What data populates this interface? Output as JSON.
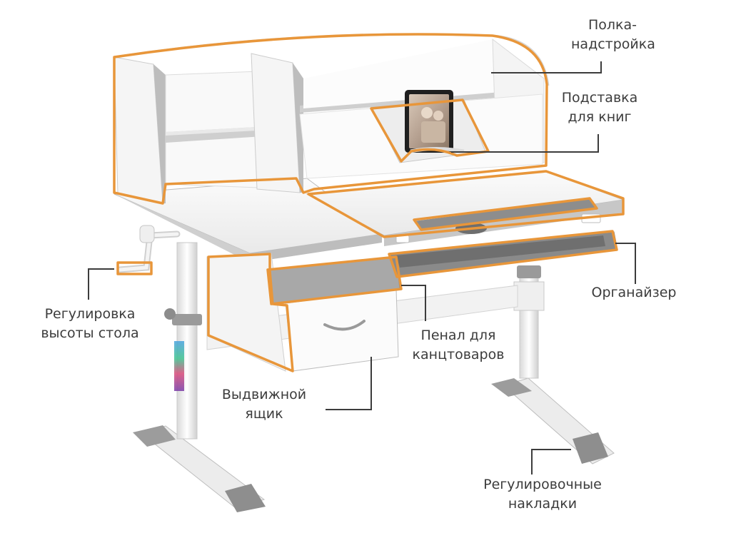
{
  "labels": {
    "shelf_superstructure": [
      "Полка-",
      "надстройка"
    ],
    "book_stand": [
      "Подставка",
      "для книг"
    ],
    "height_adjustment": [
      "Регулировка",
      "высоты стола"
    ],
    "organizer": [
      "Органайзер"
    ],
    "pencil_case": [
      "Пенал для",
      "канцтоваров"
    ],
    "pull_out_drawer": [
      "Выдвижной",
      "ящик"
    ],
    "adjustable_pads": [
      "Регулировочные",
      "накладки"
    ]
  },
  "colors": {
    "outline_accent": "#e8963a",
    "pointer_line": "#3c3c3c",
    "label_text": "#3c3c3c",
    "frame_grey": "#9a9a9a",
    "panel_white": "#f7f7f7",
    "panel_shadow": "#e2e2e2"
  }
}
